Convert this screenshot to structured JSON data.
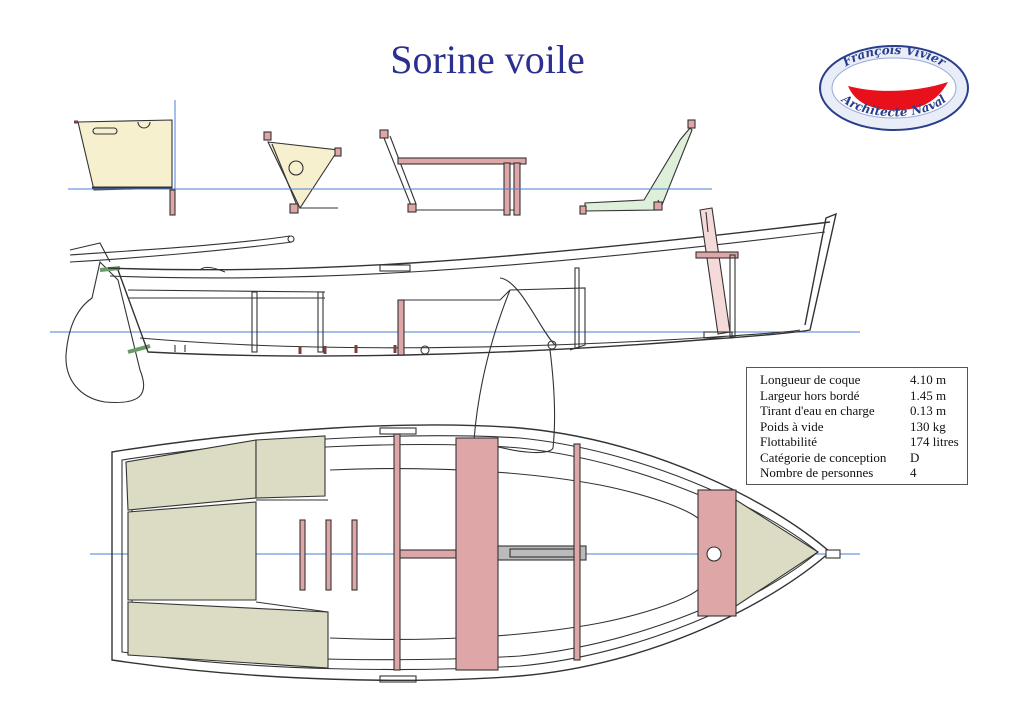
{
  "title": "Sorine voile",
  "logo": {
    "top_text": "François Vivier",
    "bottom_text": "Architecte Naval"
  },
  "specs": [
    {
      "label": "Longueur de coque",
      "value": "4.10 m"
    },
    {
      "label": "Largeur hors bordé",
      "value": "1.45 m"
    },
    {
      "label": "Tirant d'eau en charge",
      "value": "0.13 m"
    },
    {
      "label": "Poids à vide",
      "value": "130 kg"
    },
    {
      "label": "Flottabilité",
      "value": "174 litres"
    },
    {
      "label": "Catégorie de conception",
      "value": "D"
    },
    {
      "label": "Nombre de personnes",
      "value": "4"
    }
  ],
  "colors": {
    "title": "#2b2f8f",
    "waterline": "#4a7fd4",
    "wood_red": "#dea6a6",
    "seat_green": "#dcdcc4",
    "transom_cream": "#f7f0cf",
    "logo_red": "#e8111b",
    "logo_blue": "#2b3e8c"
  }
}
